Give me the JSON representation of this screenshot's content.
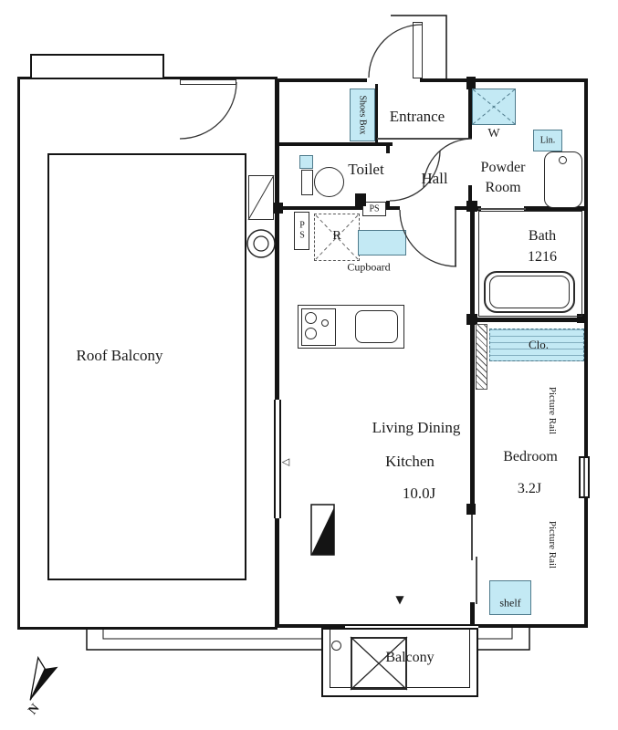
{
  "labels": {
    "entrance": "Entrance",
    "shoes_box": "Shoes Box",
    "washer": "W",
    "linen": "Lin.",
    "toilet": "Toilet",
    "hall": "Hall",
    "powder_line1": "Powder",
    "powder_line2": "Room",
    "bath_line1": "Bath",
    "bath_line2": "1216",
    "ps_left": "PS",
    "ps_top": "PS",
    "refrigerator": "R",
    "cupboard": "Cupboard",
    "roof_balcony": "Roof Balcony",
    "ldk_line1": "Living Dining",
    "ldk_line2": "Kitchen",
    "ldk_size": "10.0J",
    "bedroom": "Bedroom",
    "bedroom_size": "3.2J",
    "closet": "Clo.",
    "picture_rail_upper": "Picture Rail",
    "picture_rail_lower": "Picture Rail",
    "shelf": "shelf",
    "balcony": "Balcony",
    "north": "N"
  },
  "icons": {
    "balcony_door_marker": "▼",
    "window_marker": "◁"
  },
  "colors": {
    "wall": "#141414",
    "fixture_fill": "#c3e9f4",
    "linework": "#333333"
  }
}
